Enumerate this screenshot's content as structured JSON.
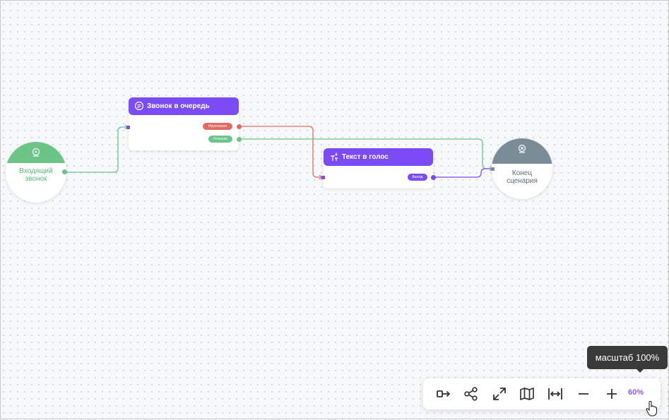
{
  "nodes": {
    "start": {
      "label_line1": "Входящий",
      "label_line2": "звонок"
    },
    "queue": {
      "title": "Звонок в очередь",
      "unsuccess": "Неуспешно",
      "success": "Успешно"
    },
    "tts": {
      "title": "Текст в голос",
      "output": "Выход"
    },
    "end": {
      "label_line1": "Конец",
      "label_line2": "сценария"
    }
  },
  "toolbar": {
    "zoom": "60%",
    "tooltip": "масштаб 100%"
  },
  "icons": {
    "export": "export-icon",
    "share": "share-icon",
    "expand": "expand-icon",
    "map": "map-icon",
    "fit": "fit-width-icon",
    "minus": "zoom-out-icon",
    "plus": "zoom-in-icon"
  },
  "colors": {
    "accent": "#7b4cf5",
    "start": "#6cc487",
    "end": "#7a8c95",
    "success": "#6cc487",
    "failure": "#e06b63",
    "zoom": "#8b5cf6"
  }
}
